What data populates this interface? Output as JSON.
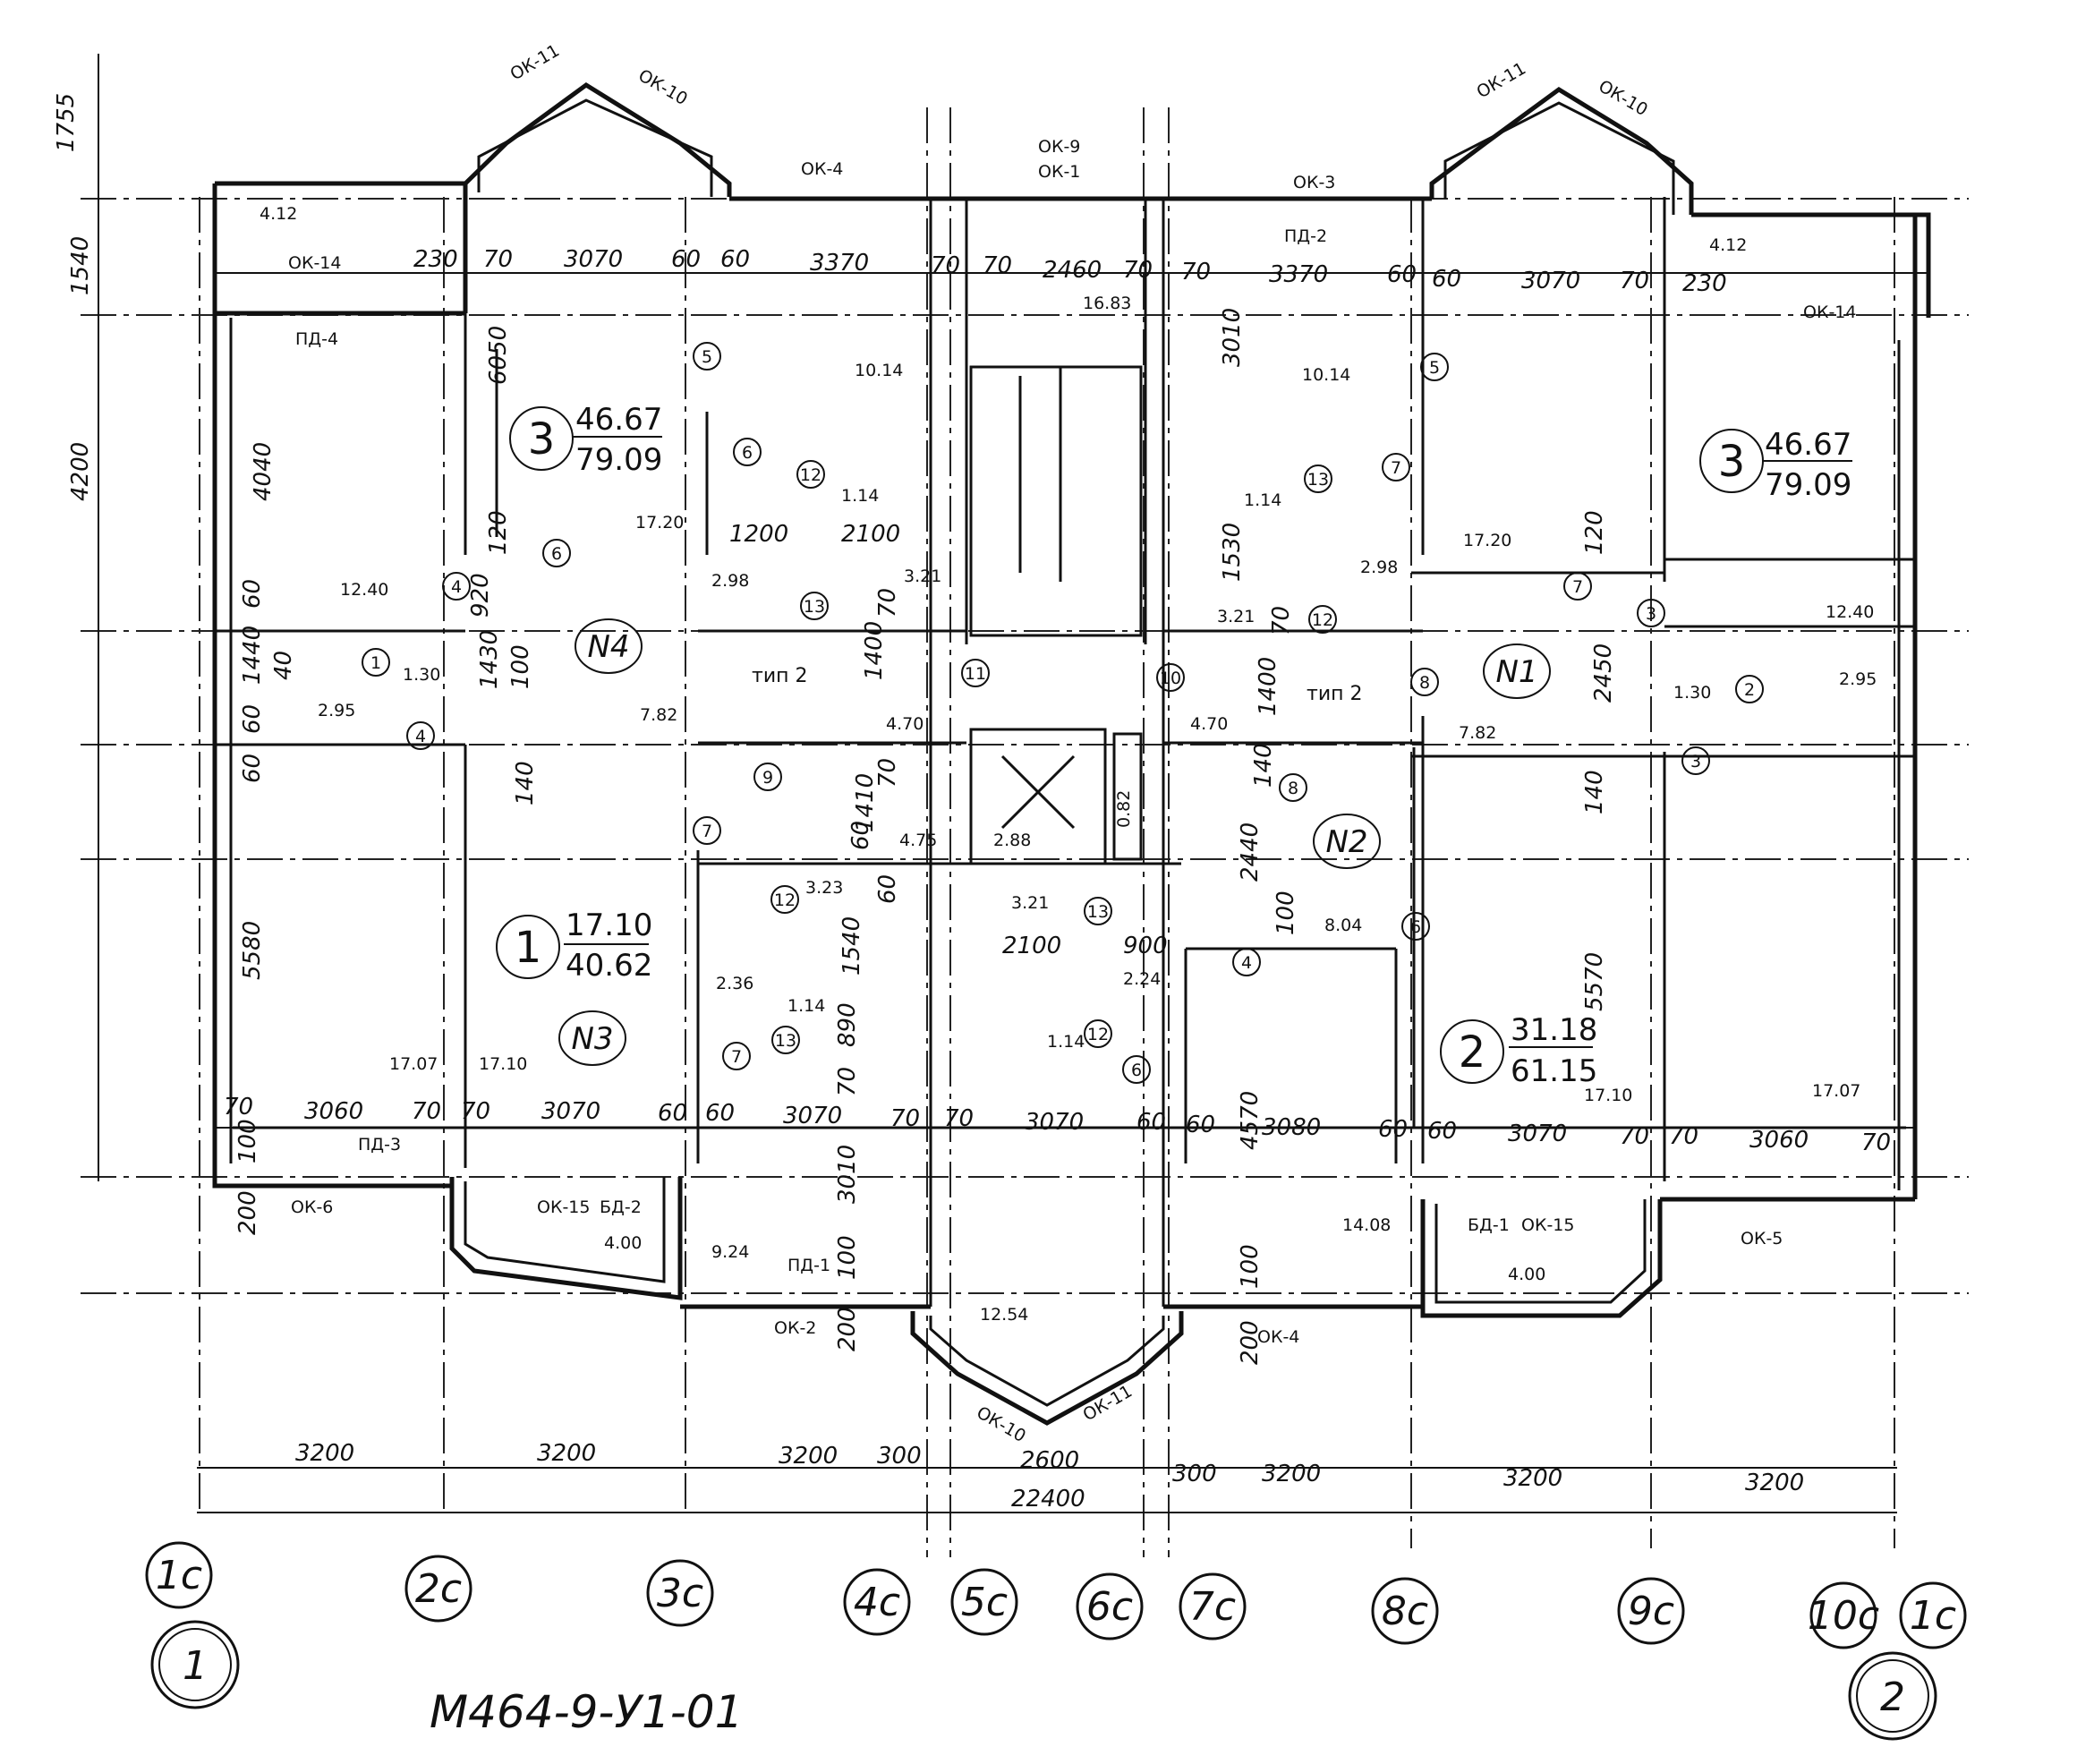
{
  "drawing_code": "М464-9-У1-01",
  "level_marks": [
    "1755",
    "1540",
    "4200"
  ],
  "axes_bottom": [
    "1с",
    "2с",
    "3с",
    "4с",
    "5с",
    "6с",
    "7с",
    "8с",
    "9с",
    "10с",
    "1с"
  ],
  "section_markers": [
    "1",
    "2"
  ],
  "overall_dims": {
    "total": "22400",
    "spans": [
      "3200",
      "3200",
      "3200",
      "300",
      "2600",
      "300",
      "3200",
      "3200",
      "3200"
    ]
  },
  "apartments": [
    {
      "rooms": "3",
      "living": "46.67",
      "total": "79.09"
    },
    {
      "rooms": "3",
      "living": "46.67",
      "total": "79.09"
    },
    {
      "rooms": "1",
      "living": "17.10",
      "total": "40.62"
    },
    {
      "rooms": "2",
      "living": "31.18",
      "total": "61.15"
    }
  ],
  "unit_marks": [
    "N1",
    "N2",
    "N3",
    "N4"
  ],
  "type_labels": [
    "тип 2",
    "тип 2"
  ],
  "room_areas": [
    "4.12",
    "4.12",
    "12.40",
    "12.40",
    "17.20",
    "17.20",
    "10.14",
    "10.14",
    "16.83",
    "2.98",
    "2.98",
    "1.30",
    "1.30",
    "2.95",
    "2.95",
    "7.82",
    "7.82",
    "4.70",
    "4.70",
    "4.75",
    "2.88",
    "3.23",
    "3.21",
    "3.21",
    "3.21",
    "2.36",
    "2.24",
    "1.14",
    "1.14",
    "1.14",
    "1.14",
    "17.07",
    "17.07",
    "17.10",
    "17.10",
    "8.04",
    "9.24",
    "14.08",
    "4.00",
    "4.00",
    "12.54",
    "0.82"
  ],
  "window_marks": [
    "ОК-1",
    "ОК-2",
    "ОК-3",
    "ОК-4",
    "ОК-4",
    "ОК-5",
    "ОК-6",
    "ОК-9",
    "ОК-10",
    "ОК-10",
    "ОК-10",
    "ОК-11",
    "ОК-11",
    "ОК-11",
    "ОК-14",
    "ОК-14",
    "ОК-15",
    "ОК-15"
  ],
  "door_marks": [
    "ПД-1",
    "ПД-2",
    "ПД-3",
    "ПД-4",
    "БД-1",
    "БД-2"
  ],
  "dims_top": [
    "230",
    "70",
    "3070",
    "60",
    "60",
    "3370",
    "70",
    "70",
    "2460",
    "70",
    "70",
    "3370",
    "60",
    "60",
    "3070",
    "70",
    "230"
  ],
  "dims_bottom": [
    "70",
    "3060",
    "70",
    "70",
    "3070",
    "60",
    "60",
    "3070",
    "70",
    "70",
    "3070",
    "60",
    "60",
    "3080",
    "60",
    "60",
    "3070",
    "70",
    "70",
    "3060",
    "70"
  ],
  "dims_vertical": [
    "6050",
    "4040",
    "120",
    "920",
    "60",
    "1440",
    "40",
    "60",
    "1430",
    "100",
    "140",
    "60",
    "5580",
    "100",
    "200",
    "1400",
    "70",
    "1410",
    "70",
    "60",
    "1540",
    "60",
    "890",
    "70",
    "3010",
    "100",
    "200",
    "3010",
    "1530",
    "70",
    "1400",
    "140",
    "2440",
    "100",
    "4570",
    "100",
    "200",
    "2450",
    "140",
    "5570",
    "120",
    "1200",
    "2100",
    "2100",
    "900"
  ],
  "position_marks": [
    "1",
    "2",
    "3",
    "3",
    "4",
    "4",
    "4",
    "5",
    "5",
    "6",
    "6",
    "6",
    "6",
    "7",
    "7",
    "7",
    "7",
    "8",
    "8",
    "9",
    "10",
    "11",
    "12",
    "12",
    "12",
    "12",
    "13",
    "13",
    "13",
    "13"
  ]
}
